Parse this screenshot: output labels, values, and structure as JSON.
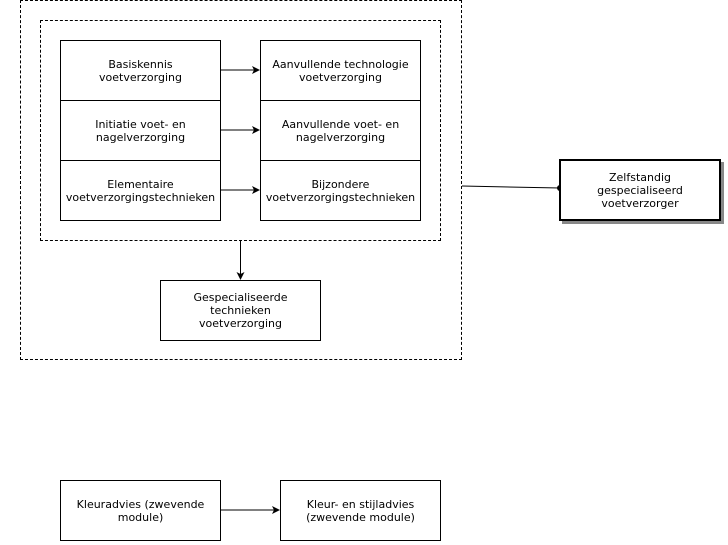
{
  "left_column": [
    "Basiskennis\nvoetverzorging",
    "Initiatie voet- en\nnagelverzorging",
    "Elementaire\nvoetverzorgingstechnieken"
  ],
  "right_column": [
    "Aanvullende technologie\nvoetverzorging",
    "Aanvullende voet- en\nnagelverzorging",
    "Bijzondere\nvoetverzorgingstechnieken"
  ],
  "specialized": "Gespecialiseerde\ntechnieken\nvoetverzorging",
  "outcome": "Zelfstandig\ngespecialiseerd\nvoetverzorger",
  "floating": [
    "Kleuradvies (zwevende\nmodule)",
    "Kleur- en stijladvies\n(zwevende module)"
  ]
}
